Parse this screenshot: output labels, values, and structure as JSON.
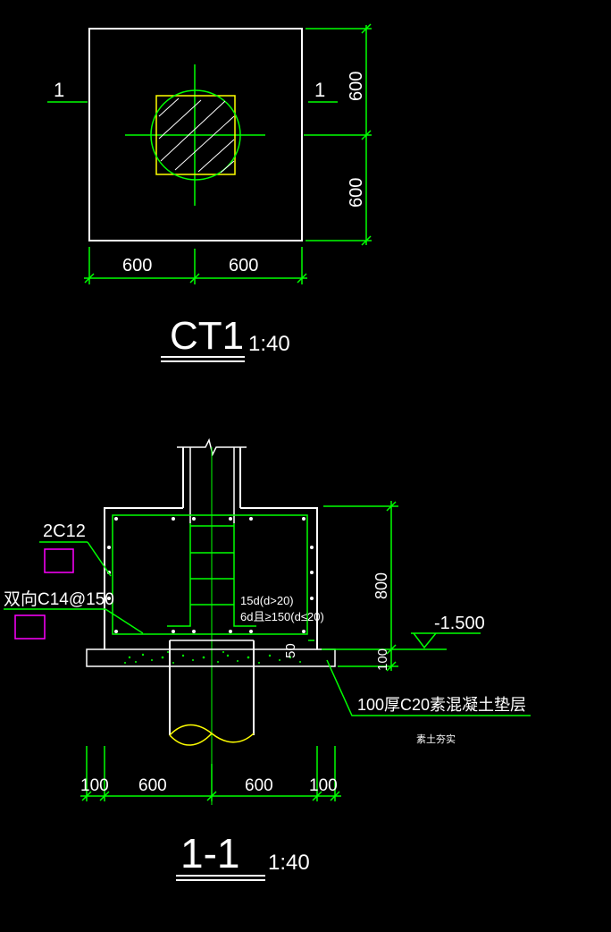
{
  "plan": {
    "title": "CT1",
    "scale": "1:40",
    "section_mark_left": "1",
    "section_mark_right": "1",
    "dim_top_right": "600",
    "dim_bottom_right": "600",
    "dim_bottom_left": "600",
    "dim_bottom_right_h": "600"
  },
  "section": {
    "title": "1-1",
    "scale": "1:40",
    "rebar_top_label": "2C12",
    "rebar_bottom_label": "双向C14@150",
    "anchor_label_1": "15d(d>20)",
    "anchor_label_2": "6d且≥150(d≤20)",
    "dim_height": "800",
    "dim_cushion": "100",
    "dim_50": "50",
    "elevation": "-1.500",
    "cushion_note": "100厚C20素混凝土垫层",
    "cushion_subnote": "素土夯实",
    "bottom_dims": [
      "100",
      "600",
      "600",
      "100"
    ]
  },
  "colors": {
    "line": "#ffffff",
    "dim": "#00ff00",
    "pile": "#ffff00",
    "tag": "#ff00ff",
    "background": "#000000"
  }
}
